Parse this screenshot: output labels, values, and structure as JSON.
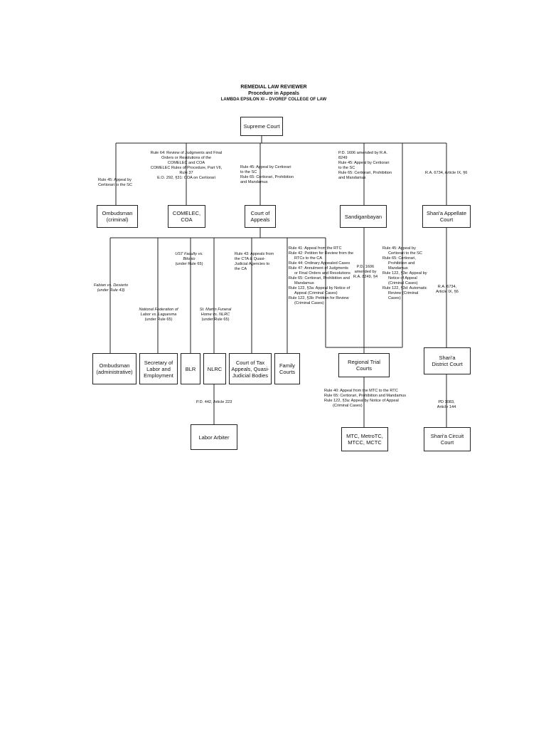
{
  "header": {
    "line1": "REMEDIAL LAW REVIEWER",
    "line2": "Procedure in Appeals",
    "line3": "LAMBDA EPSILON XI – DVOREF COLLEGE OF LAW"
  },
  "nodes": {
    "supreme_court": "Supreme Court",
    "ombudsman_criminal": [
      "Ombudsman",
      "(criminal)"
    ],
    "comelec_coa": [
      "COMELEC,",
      "COA"
    ],
    "court_of_appeals": [
      "Court of",
      "Appeals"
    ],
    "sandiganbayan": "Sandiganbayan",
    "sharia_appellate": [
      "Shari'a Appellate",
      "Court"
    ],
    "ombudsman_admin": [
      "Ombudsman",
      "(administrative)"
    ],
    "secretary_labor": [
      "Secretary of",
      "Labor and",
      "Employment"
    ],
    "blr": "BLR",
    "nlrc": "NLRC",
    "cta": [
      "Court of Tax",
      "Appeals, Quasi-",
      "Judicial Bodies"
    ],
    "family_courts": [
      "Family",
      "Courts"
    ],
    "rtc": [
      "Regional Trial",
      "Courts"
    ],
    "sharia_district": [
      "Shari'a",
      "District Court"
    ],
    "labor_arbiter": "Labor Arbiter",
    "mtc": [
      "MTC, MetroTC,",
      "MTCC, MCTC"
    ],
    "sharia_circuit": [
      "Shari'a Circuit",
      "Court"
    ]
  },
  "labels": {
    "ombudsman_sc": [
      "Rule 45: Appeal by",
      "Certiorari to the SC"
    ],
    "comelec_sc": [
      "Rule 64:  Review of Judgments and Final",
      "Orders or Resolutions of the",
      "COMELEC and COA",
      "COMELEC Rules of Procedure, Part VII,",
      "Rule 37",
      "E.O. 292, §31: COA on Certiorari"
    ],
    "ca_sc": [
      "Rule 45: Appeal by Certiorari",
      "to the  SC",
      "Rule 65: Certiorari, Prohibition",
      "and Mandamus"
    ],
    "sandigan_sc": [
      "P.D. 1606 amended by R.A.",
      "8249",
      "Rule 45:  Appeal by Certiorari",
      "to the SC",
      "Rule 65: Certiorari, Prohibition",
      "and Mandamus"
    ],
    "sharia_sc": [
      "R.A. 6734, Article IX, §6"
    ],
    "fabian": [
      "Fabian vs. Desierto",
      "(under Rule 43)"
    ],
    "ust_faculty": [
      "UST Faculty vs.",
      "Bitonio",
      "(under Rule 65)"
    ],
    "natl_federation": [
      "National Federation of",
      "Labor vs. Laguesma",
      "(under Rule 65)"
    ],
    "st_martin": [
      "St. Martin Funeral",
      "Home vs. NLRC",
      "(under Rule 65)"
    ],
    "rule43": [
      "Rule 43: Appeals from",
      "the CTA & Quasi-",
      "Judicial Agencies to",
      "the CA"
    ],
    "rtc_ca": [
      "Rule 41: Appeal from the RTC",
      "Rule 42: Petition for Review from the",
      "RTCs to the CA",
      "Rule 44: Ordinary Appealed Cases",
      "Rule 47: Annulment of Judgments",
      "or Final Orders and Resolutions",
      "Rule 65: Certiorari, Prohibition and",
      "Mandamus",
      "Rule 122, §3a: Appeal by Notice of",
      "Appeal (Criminal Cases)",
      "Rule 122, §3b: Petition for Review",
      "(Criminal Cases)"
    ],
    "pd1606": [
      "P.D. 1606",
      "amended by",
      "R.A. 8249, §4"
    ],
    "rtc_sc": [
      "Rule 45: Appeal by",
      "Certiorari to the SC",
      "Rule 65: Certiorari,",
      "Prohibition and",
      "Mandamus",
      "Rule 122, §3e: Appeal by",
      "Notice of Appeal",
      "(Criminal Cases)",
      "Rule 122, §3d: Automatic",
      "Review (Criminal",
      "Cases)"
    ],
    "ra6734": [
      "R.A. 6734,",
      "Article IX, §6"
    ],
    "pd442": [
      "P.D. 442, Article 223"
    ],
    "mtc_rtc": [
      "Rule 40: Appeal from the MTC to the RTC",
      "Rule 65: Certiorari, Prohibition and Mandamus",
      "Rule 122, §3a: Appeal by Notice of Appeal",
      "(Criminal Cases)"
    ],
    "pd1083": [
      "PD 1083,",
      "Article 144"
    ]
  }
}
